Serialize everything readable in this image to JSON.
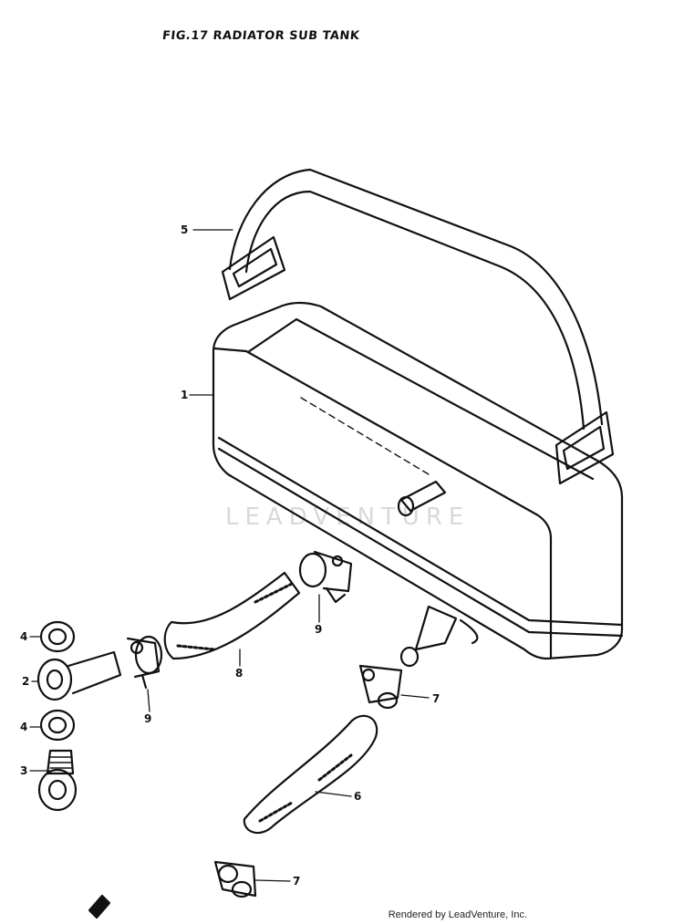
{
  "title": "FIG.17  RADIATOR SUB TANK",
  "watermark": "LEADVENTURE",
  "footer": "Rendered by LeadVenture, Inc.",
  "callouts": {
    "c5": "5",
    "c1": "1",
    "c9a": "9",
    "c9b": "9",
    "c8": "8",
    "c7a": "7",
    "c7b": "7",
    "c6": "6",
    "c4a": "4",
    "c4b": "4",
    "c2": "2",
    "c3": "3"
  }
}
